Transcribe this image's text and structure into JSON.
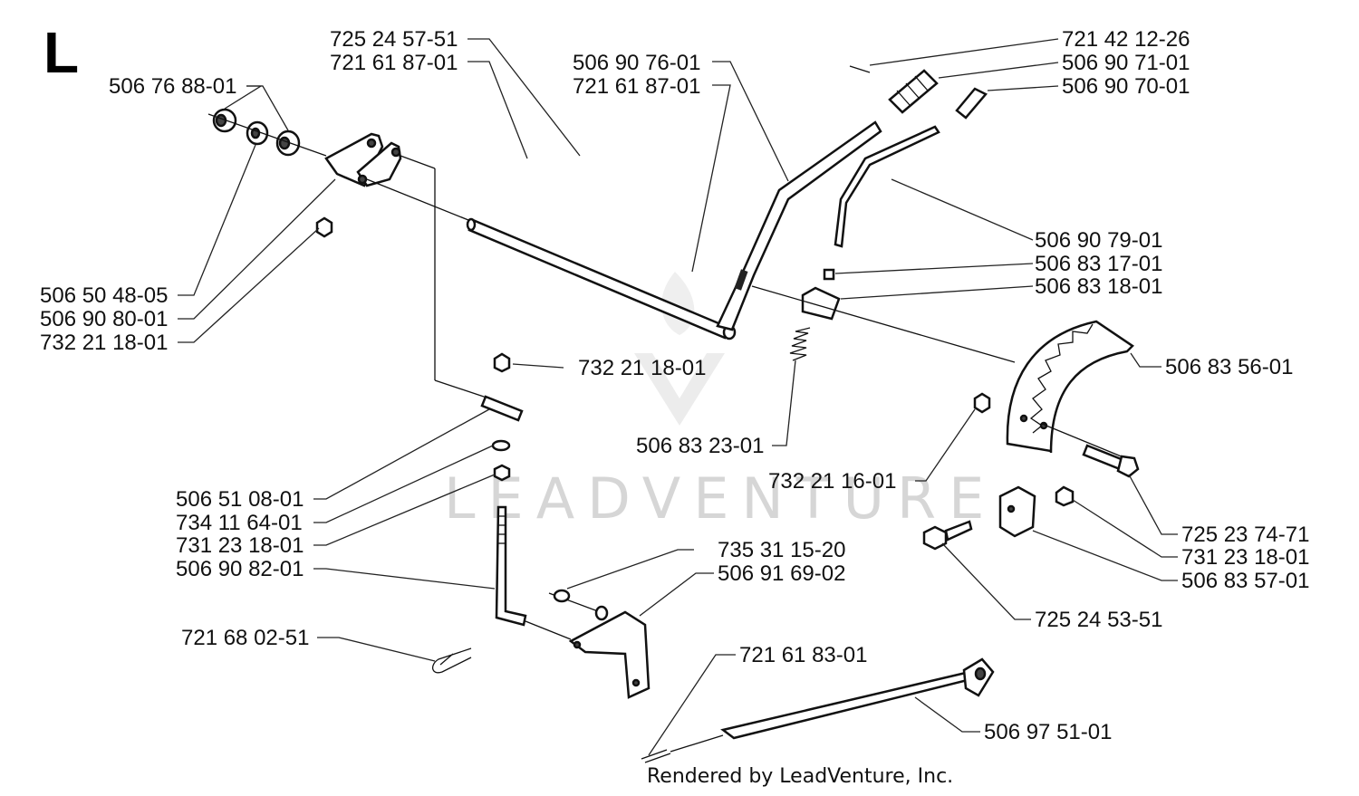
{
  "section_letter": "L",
  "credit": "Rendered by LeadVenture, Inc.",
  "watermark_text": "LEADVENTURE",
  "labels": [
    "725 24 57-51",
    "721 61 87-01",
    "506 76 88-01",
    "506 90 76-01",
    "721 61 87-01",
    "721 42 12-26",
    "506 90 71-01",
    "506 90 70-01",
    "506 90 79-01",
    "506 83 17-01",
    "506 83 18-01",
    "506 50 48-05",
    "506 90 80-01",
    "732 21 18-01",
    "732 21 18-01",
    "506 83 56-01",
    "506 83 23-01",
    "732 21 16-01",
    "506 51 08-01",
    "734 11 64-01",
    "731 23 18-01",
    "506 90 82-01",
    "735 31 15-20",
    "506 91 69-02",
    "725 23 74-71",
    "731 23 18-01",
    "506 83 57-01",
    "725 24 53-51",
    "721 68 02-51",
    "721 61 83-01",
    "506 97 51-01"
  ]
}
